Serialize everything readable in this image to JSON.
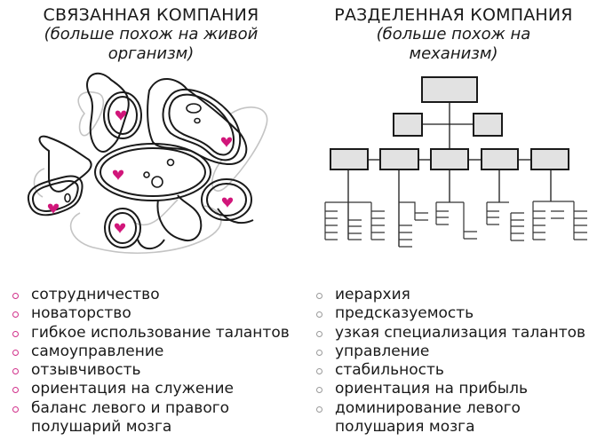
{
  "left": {
    "title": "СВЯЗАННАЯ КОМПАНИЯ",
    "subtitle_line1": "(больше похож на живой",
    "subtitle_line2": "организм)",
    "illustration": "organism-cells-with-hearts-icon",
    "bullet_color": "#d1308a",
    "items": [
      "сотрудничество",
      "новаторство",
      "гибкое использование талантов",
      "самоуправление",
      "отзывчивость",
      "ориентация на служение",
      "баланс левого и правого",
      "полушарий мозга"
    ]
  },
  "right": {
    "title": "РАЗДЕЛЕННАЯ КОМПАНИЯ",
    "subtitle_line1": "(больше похож на",
    "subtitle_line2": "механизм)",
    "illustration": "org-chart-hierarchy-icon",
    "bullet_color": "#9a9a9a",
    "items": [
      "иерархия",
      "предсказуемость",
      "узкая специализация талантов",
      "управление",
      "стабильность",
      "ориентация на прибыль",
      "доминирование левого",
      "полушария мозга"
    ]
  },
  "colors": {
    "heart": "#d1167a",
    "outline": "#1a1a1a",
    "faint_outline": "#bdbdbd",
    "box_fill": "#e2e2e2"
  }
}
